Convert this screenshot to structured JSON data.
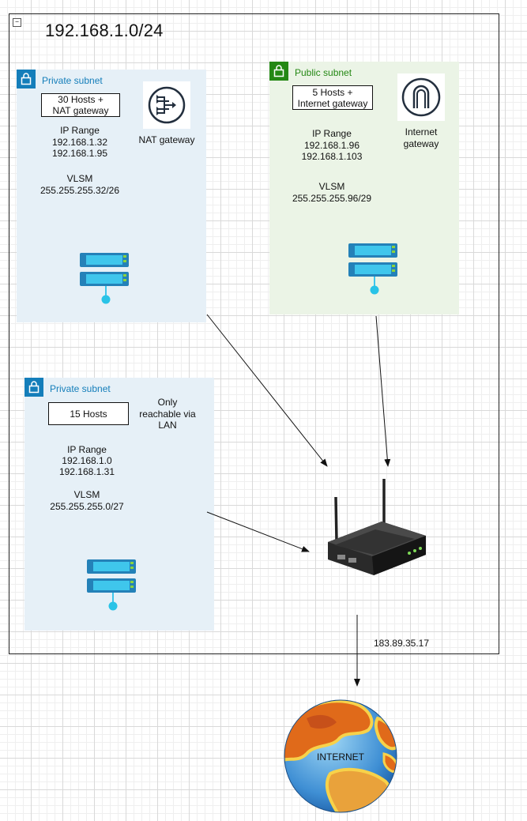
{
  "cidr": "192.168.1.0/24",
  "subnets": {
    "private_a": {
      "title": "Private subnet",
      "hosts_line1": "30 Hosts +",
      "hosts_line2": "NAT gateway",
      "range_label": "IP Range",
      "range_start": "192.168.1.32",
      "range_end": "192.168.1.95",
      "vlsm_label": "VLSM",
      "vlsm_value": "255.255.255.32/26",
      "gateway_label": "NAT gateway"
    },
    "public": {
      "title": "Public subnet",
      "hosts_line1": "5 Hosts +",
      "hosts_line2": "Internet gateway",
      "range_label": "IP Range",
      "range_start": "192.168.1.96",
      "range_end": "192.168.1.103",
      "vlsm_label": "VLSM",
      "vlsm_value": "255.255.255.96/29",
      "gateway_line1": "Internet",
      "gateway_line2": "gateway"
    },
    "private_b": {
      "title": "Private subnet",
      "hosts": "15 Hosts",
      "note_line1": "Only",
      "note_line2": "reachable via",
      "note_line3": "LAN",
      "range_label": "IP Range",
      "range_start": "192.168.1.0",
      "range_end": "192.168.1.31",
      "vlsm_label": "VLSM",
      "vlsm_value": "255.255.255.0/27"
    }
  },
  "router_public_ip": "183.89.35.17",
  "internet_label": "INTERNET",
  "colors": {
    "private": "#147eba",
    "public": "#248814",
    "private_fill": "#e6f0f7",
    "public_fill": "#ebf4e6",
    "server": "#29c3e7"
  },
  "icons": [
    "lock-icon",
    "nat-gateway-icon",
    "internet-gateway-icon",
    "server-icon",
    "router-icon",
    "globe-icon"
  ]
}
